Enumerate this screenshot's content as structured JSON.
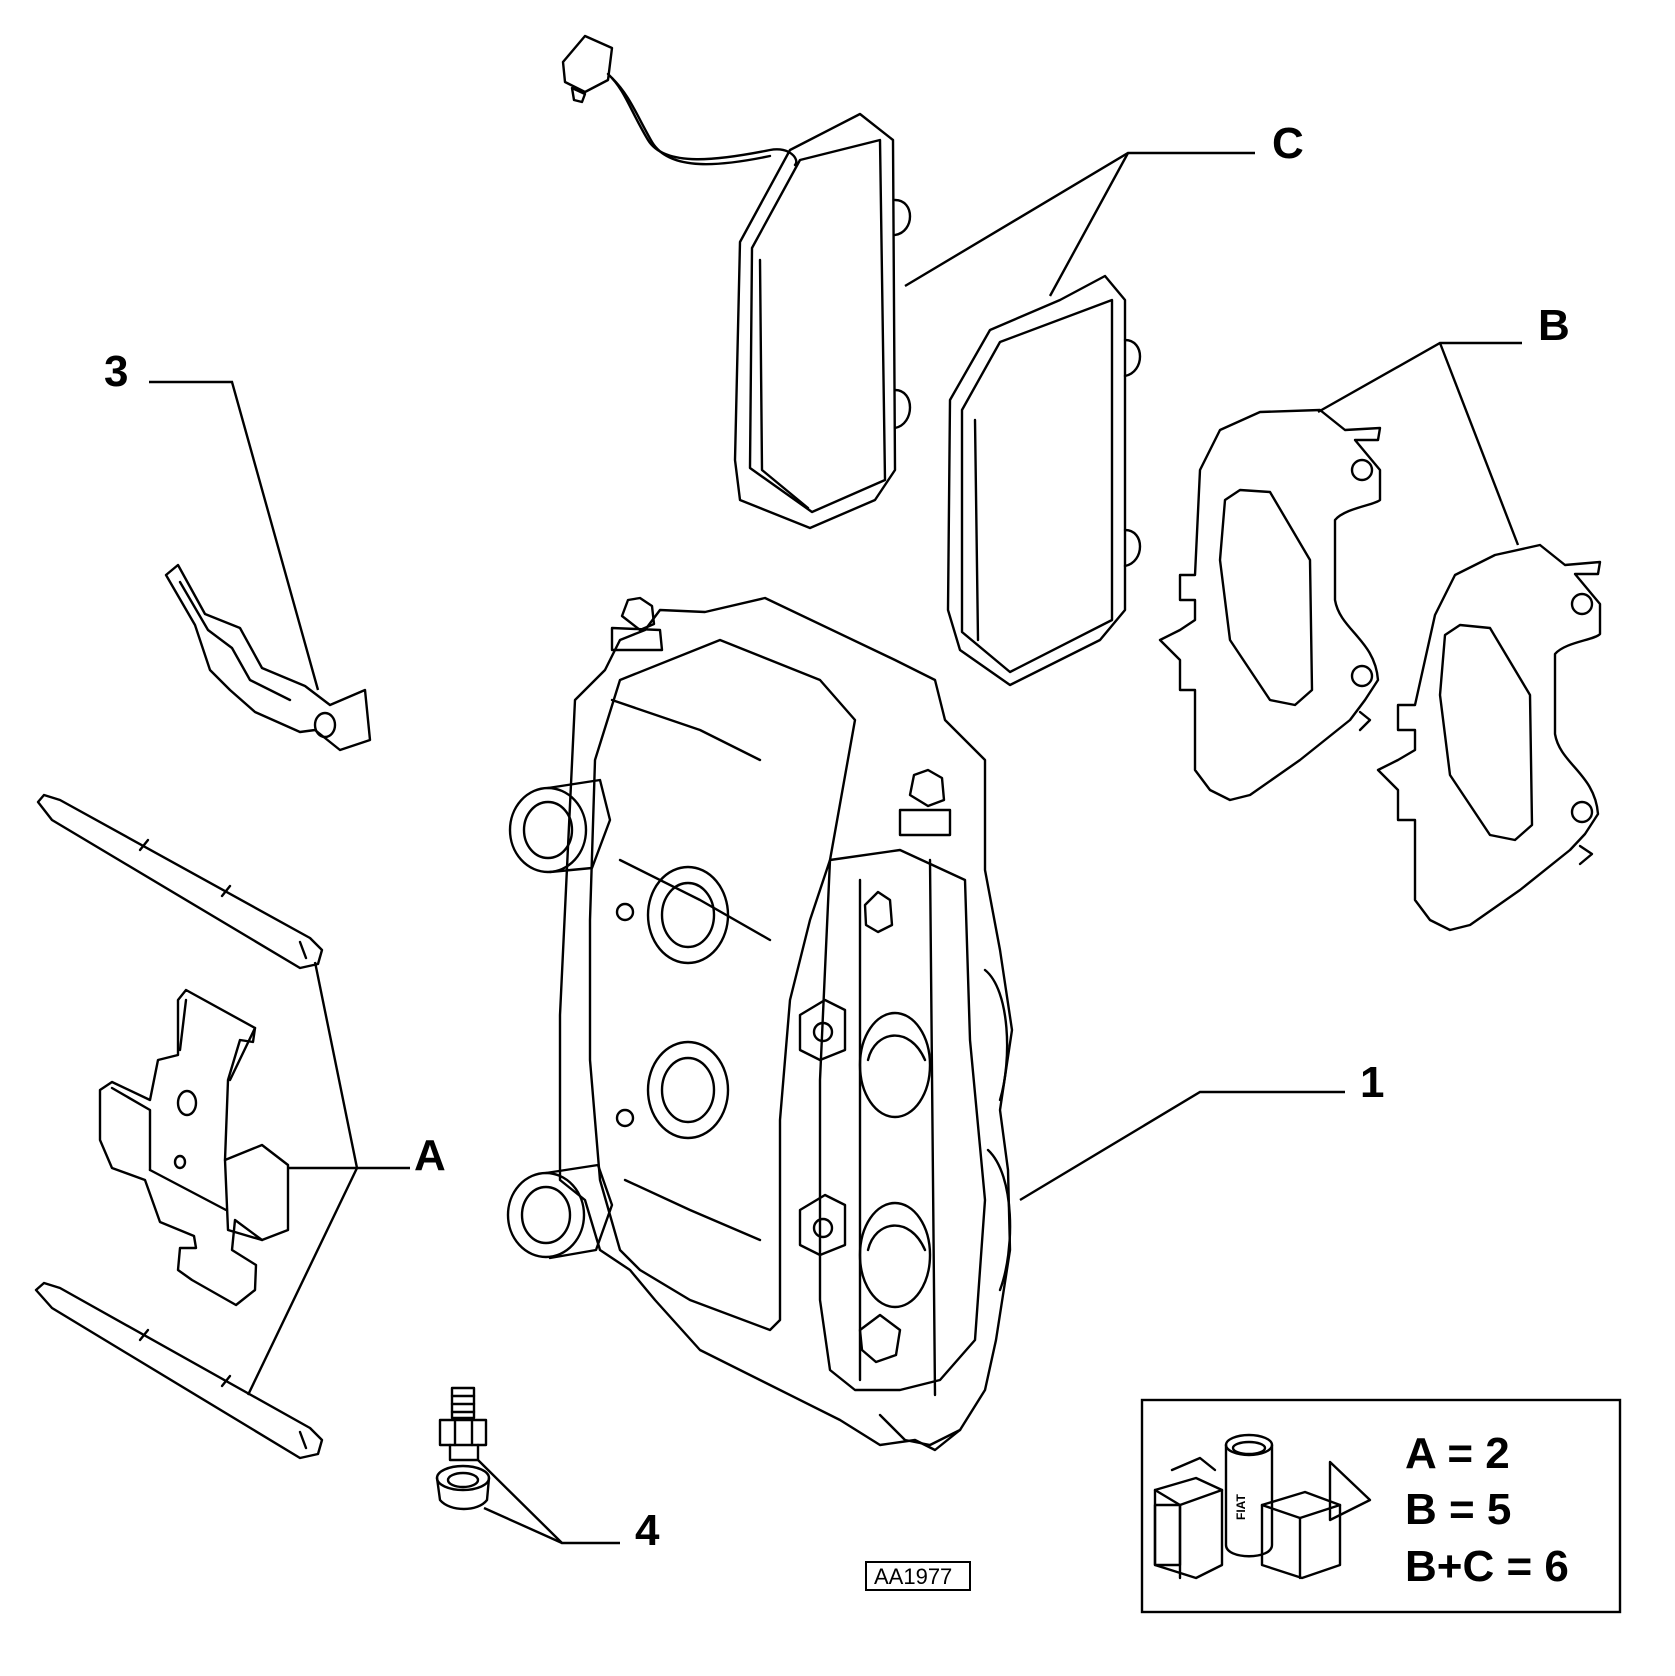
{
  "callouts": {
    "c": "C",
    "b": "B",
    "three": "3",
    "a": "A",
    "one": "1",
    "four": "4"
  },
  "drawing_code": "AA1977",
  "legend": {
    "lines": [
      "A = 2",
      "B = 5",
      "B+C = 6"
    ],
    "kit_brand": "FIAT"
  }
}
